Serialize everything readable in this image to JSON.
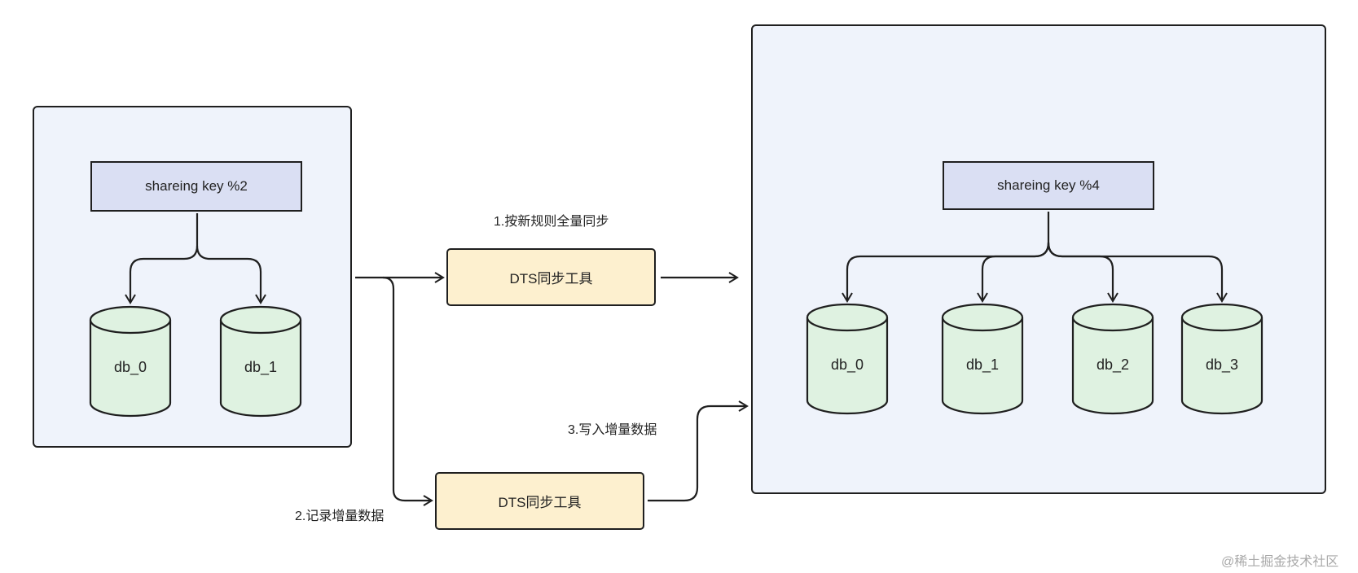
{
  "left_cluster": {
    "rule_label": "shareing key %2",
    "databases": [
      "db_0",
      "db_1"
    ]
  },
  "right_cluster": {
    "rule_label": "shareing key %4",
    "databases": [
      "db_0",
      "db_1",
      "db_2",
      "db_3"
    ]
  },
  "tools": {
    "top_label": "DTS同步工具",
    "bottom_label": "DTS同步工具"
  },
  "steps": {
    "step1": "1.按新规则全量同步",
    "step2": "2.记录增量数据",
    "step3": "3.写入增量数据"
  },
  "watermark": "@稀土掘金技术社区",
  "colors": {
    "panel_fill": "#eff3fb",
    "rule_fill": "#dadff3",
    "tool_fill": "#fdf0cf",
    "db_fill": "#dff2e1",
    "stroke": "#1f1f1f"
  }
}
